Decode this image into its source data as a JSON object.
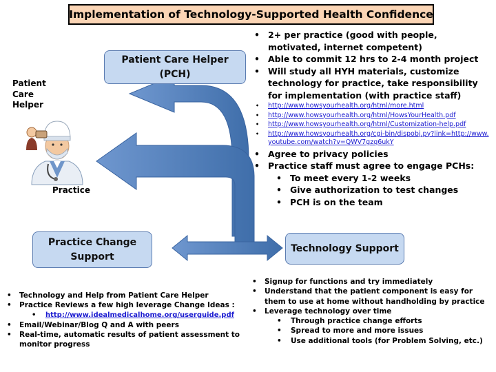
{
  "title": "Implementation of Technology-Supported Health Confidence",
  "boxes": {
    "pch": [
      "Patient Care Helper",
      "(PCH)"
    ],
    "practice_change": [
      "Practice Change",
      "Support"
    ],
    "tech_support": [
      "Technology Support"
    ]
  },
  "labels": {
    "patient_care_helper": [
      "Patient",
      "Care",
      "Helper"
    ],
    "practice": "Practice"
  },
  "colors": {
    "title_fill": "#fbd5b5",
    "box_fill": "#c6d9f1",
    "arrow_fill": "#4f81bd"
  },
  "icons": [
    "doctor-helper-icon"
  ],
  "pch_bullets": [
    {
      "text": "2+ per practice (good with people, motivated, internet competent)",
      "kind": "main"
    },
    {
      "text": "Able to commit 12 hrs to 2-4 month project",
      "kind": "main"
    },
    {
      "text": "Will study all HYH materials, customize technology for practice, take responsibility for implementation (with practice staff)",
      "kind": "main"
    },
    {
      "text": "http://www.howsyourhealth.org/html/more.html",
      "kind": "link"
    },
    {
      "text": "http://www.howsyourhealth.org/html/HowsYourHealth.pdf",
      "kind": "link"
    },
    {
      "text": "http://www.howsyourhealth.org/html/Customization-help.pdf",
      "kind": "link"
    },
    {
      "text": "http://www.howsyourhealth.org/cgi-bin/dispobj.py?link=http://www.youtube.com/watch?v=QWV7gzq6ukY",
      "kind": "link"
    },
    {
      "text": "Agree to privacy policies",
      "kind": "main"
    },
    {
      "text": "Practice staff must agree to engage PCHs:",
      "kind": "main"
    },
    {
      "text": "To meet every 1-2 weeks",
      "kind": "sub"
    },
    {
      "text": "Give authorization to test changes",
      "kind": "sub"
    },
    {
      "text": "PCH is on the team",
      "kind": "sub"
    }
  ],
  "practice_change_bullets": [
    {
      "text": "Technology and Help from Patient Care Helper",
      "kind": "main"
    },
    {
      "text": "Practice Reviews a few high leverage Change Ideas :",
      "kind": "main"
    },
    {
      "text": "http://www.idealmedicalhome.org/userguide.pdf",
      "kind": "sublink"
    },
    {
      "text": "Email/Webinar/Blog Q and A with peers",
      "kind": "main"
    },
    {
      "text": "Real-time, automatic results of patient assessment to monitor progress",
      "kind": "main"
    }
  ],
  "tech_support_bullets": [
    {
      "text": "Signup for functions and try immediately",
      "kind": "main"
    },
    {
      "text": "Understand that the patient component is easy for them to use at home without handholding by practice",
      "kind": "main"
    },
    {
      "text": "Leverage technology over time",
      "kind": "main"
    },
    {
      "text": "Through practice change efforts",
      "kind": "sub"
    },
    {
      "text": "Spread to more and more issues",
      "kind": "sub"
    },
    {
      "text": "Use additional tools (for Problem Solving, etc.)",
      "kind": "sub"
    }
  ]
}
